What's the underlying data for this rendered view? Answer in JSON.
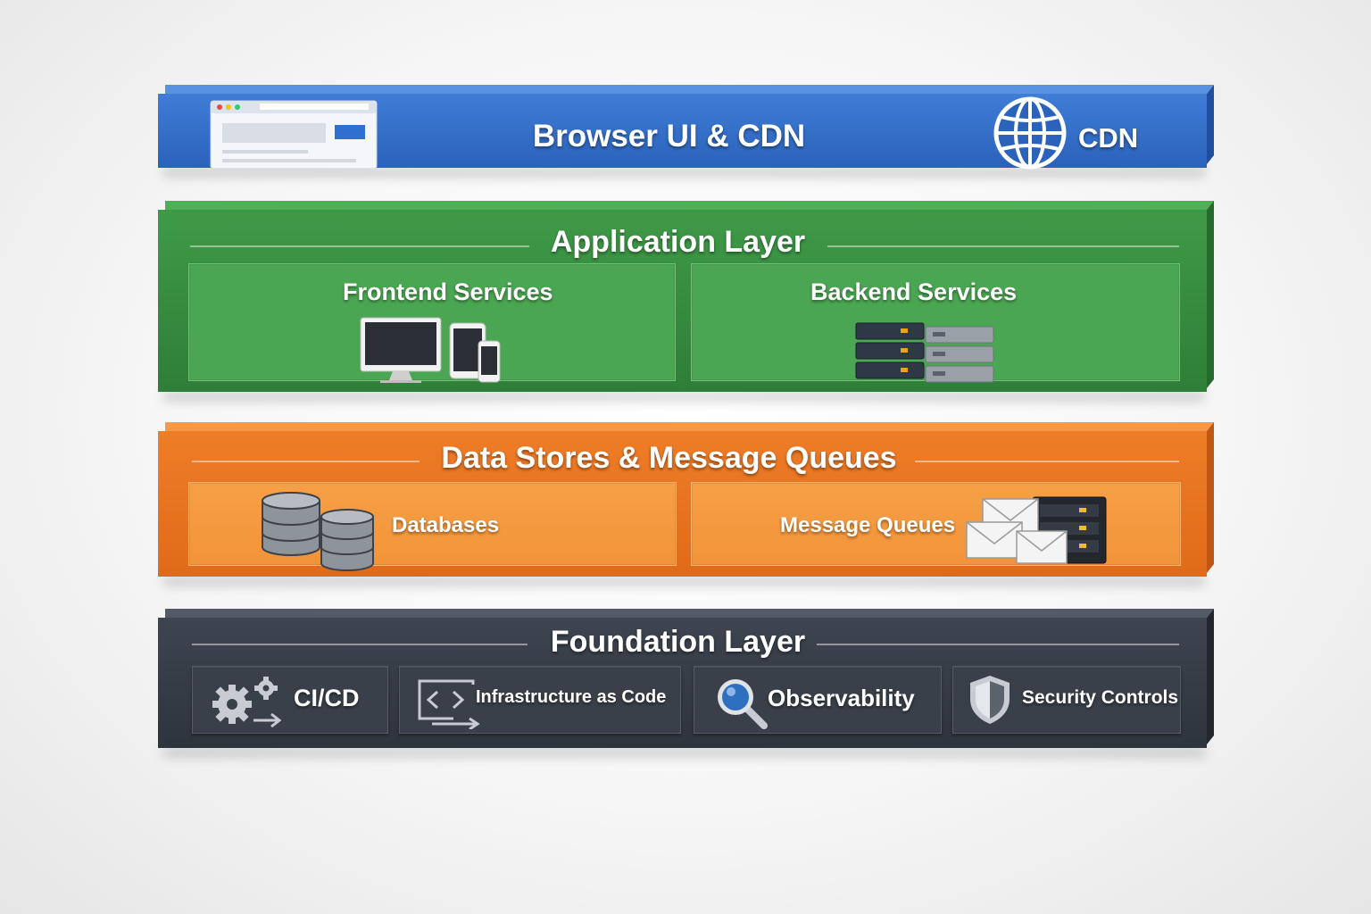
{
  "layers": {
    "ui": {
      "title": "Browser UI & CDN",
      "cdn_label": "CDN",
      "color": "#3572cc"
    },
    "application": {
      "title": "Application Layer",
      "color": "#3a8f43",
      "frontend_label": "Frontend Services",
      "backend_label": "Backend Services"
    },
    "data": {
      "title": "Data Stores & Message Queues",
      "color": "#e8731f",
      "databases_label": "Databases",
      "queues_label": "Message Queues"
    },
    "foundation": {
      "title": "Foundation Layer",
      "color": "#353b44",
      "items": [
        {
          "label": "CI/CD",
          "icon": "gears-icon"
        },
        {
          "label": "Infrastructure as Code",
          "icon": "code-icon"
        },
        {
          "label": "Observability",
          "icon": "magnifier-icon"
        },
        {
          "label": "Security Controls",
          "icon": "shield-icon"
        }
      ]
    }
  }
}
